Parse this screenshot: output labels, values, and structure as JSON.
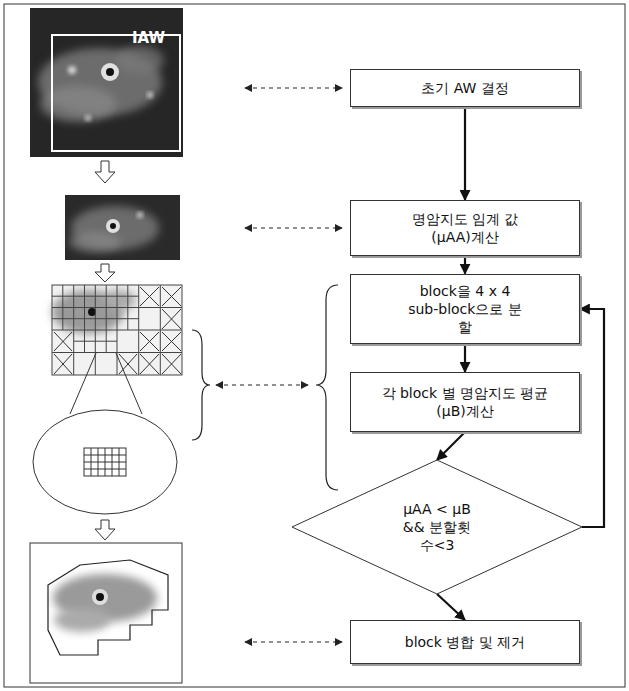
{
  "diagram": {
    "nodes": [
      {
        "text": [
          "초기 AW 결정"
        ]
      },
      {
        "text": [
          "명암지도 임계 값(μAA)계산"
        ]
      },
      {
        "text": [
          "block을 4 x 4 sub-block으로 분할"
        ]
      },
      {
        "text": [
          "각 block 별 명암지도 평균(μB)계산"
        ]
      },
      {
        "text": [
          "μAA < μB && 분할횟수<3"
        ]
      },
      {
        "text": [
          "block 병합 및 제거"
        ]
      }
    ],
    "edges": [
      {
        "from": 0,
        "to": 1,
        "arrow": "to"
      },
      {
        "from": 1,
        "to": 2,
        "arrow": "to"
      },
      {
        "from": 2,
        "to": 3,
        "arrow": "to"
      },
      {
        "from": 3,
        "to": 4,
        "arrow": "to"
      },
      {
        "from": 4,
        "to": 2,
        "arrow": "to"
      },
      {
        "from": 4,
        "to": 5,
        "arrow": "to"
      }
    ],
    "labels": [
      "IAW"
    ]
  }
}
